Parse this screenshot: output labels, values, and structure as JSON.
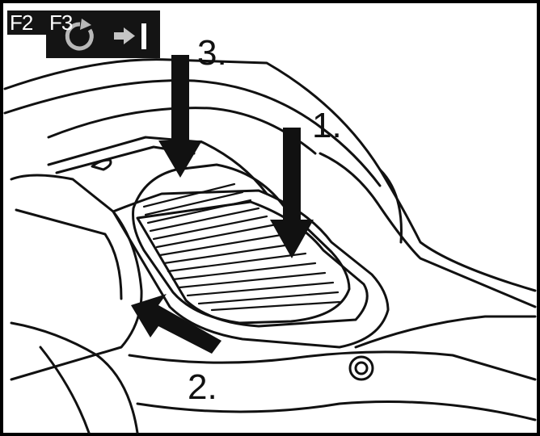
{
  "mode_banner": {
    "f2_label": "F2",
    "f3_label": "F3",
    "icons": [
      "circle-arrow-icon",
      "arrow-right-icon",
      "bar-icon"
    ]
  },
  "steps": {
    "one": "1.",
    "two": "2.",
    "three": "3."
  },
  "colors": {
    "line": "#111111",
    "banner": "#141414",
    "background": "#ffffff"
  }
}
